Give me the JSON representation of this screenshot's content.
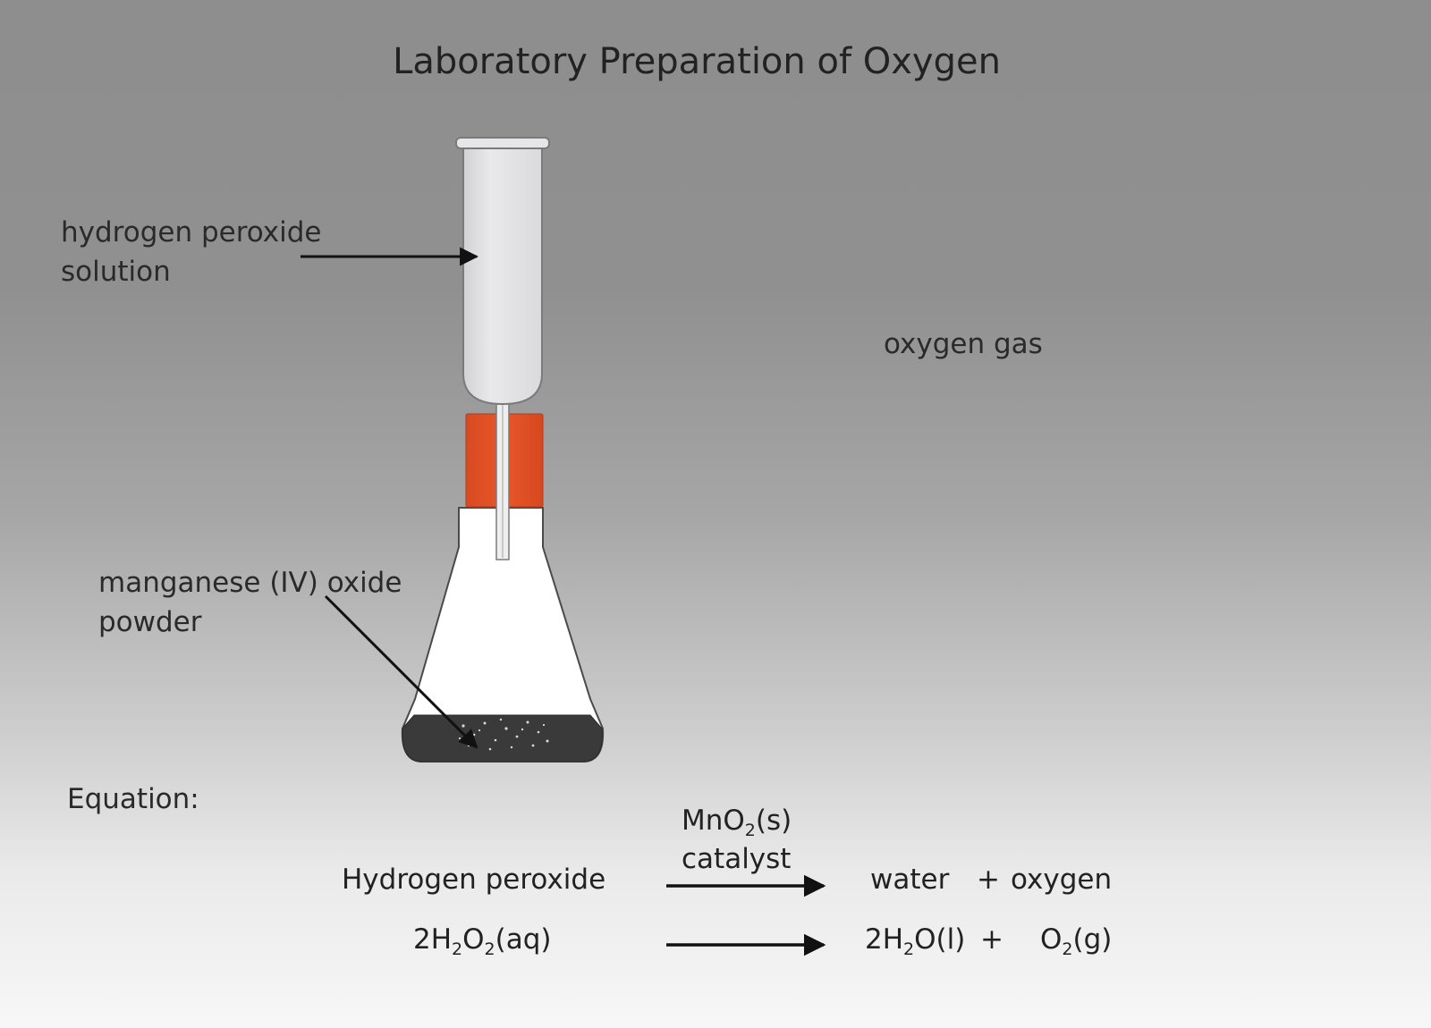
{
  "title": "Laboratory Preparation of Oxygen",
  "labels": {
    "h2o2_line1": "hydrogen peroxide",
    "h2o2_line2": "solution",
    "oxygen_gas": "oxygen gas",
    "mno2_line1": "manganese (IV) oxide",
    "mno2_line2": "powder"
  },
  "equation": {
    "heading": "Equation:",
    "word": {
      "reactant": "Hydrogen peroxide",
      "product1": "water",
      "plus": "+",
      "product2": "oxygen"
    },
    "catalyst": {
      "formula_prefix": "MnO",
      "formula_sub": "2",
      "formula_suffix": "(s)",
      "label": "catalyst"
    },
    "symbol": {
      "reactant": {
        "a": "2H",
        "s1": "2",
        "b": "O",
        "s2": "2",
        "c": "(aq)"
      },
      "product1": {
        "a": "2H",
        "s1": "2",
        "b": "O(l)"
      },
      "plus": "+",
      "product2": {
        "a": "O",
        "s1": "2",
        "b": "(g)"
      }
    }
  },
  "colors": {
    "stopper": "#e8572a",
    "powder": "#3a3a3a",
    "glass": "#e4e4e6"
  }
}
